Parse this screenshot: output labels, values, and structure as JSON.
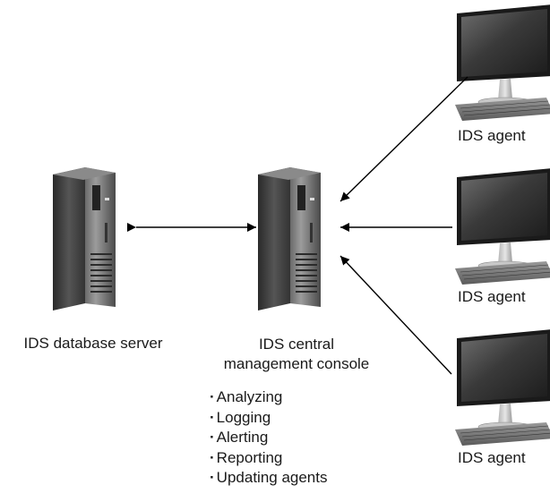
{
  "nodes": {
    "database_server": {
      "label": "IDS database server"
    },
    "central_console": {
      "label_line1": "IDS central",
      "label_line2": "management console",
      "functions": [
        "Analyzing",
        "Logging",
        "Alerting",
        "Reporting",
        "Updating agents"
      ]
    },
    "agents": [
      {
        "label": "IDS agent"
      },
      {
        "label": "IDS agent"
      },
      {
        "label": "IDS agent"
      }
    ]
  },
  "connections": [
    {
      "from": "database_server",
      "to": "central_console",
      "direction": "bidirectional"
    },
    {
      "from": "agents.0",
      "to": "central_console",
      "direction": "one-way"
    },
    {
      "from": "agents.1",
      "to": "central_console",
      "direction": "one-way"
    },
    {
      "from": "agents.2",
      "to": "central_console",
      "direction": "one-way"
    }
  ],
  "icons": {
    "server": "server-tower-icon",
    "workstation": "desktop-monitor-keyboard-icon"
  }
}
